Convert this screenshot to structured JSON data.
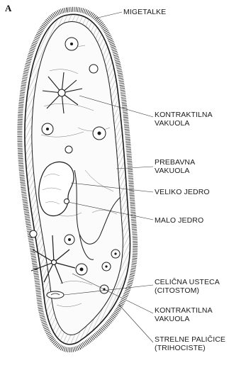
{
  "figure": {
    "panel_letter": "A",
    "labels": {
      "cilia": "MIGETALKE",
      "contractile_vacuole_top_1": "KONTRAKTILNA",
      "contractile_vacuole_top_2": "VAKUOLA",
      "food_vacuole_1": "PREBAVNA",
      "food_vacuole_2": "VAKUOLA",
      "macronucleus": "VELIKO JEDRO",
      "micronucleus": "MALO JEDRO",
      "cytostome_1": "CELIČNA USTECA",
      "cytostome_2": "(CITOSTOM)",
      "contractile_vacuole_bottom_1": "KONTRAKTILNA",
      "contractile_vacuole_bottom_2": "VAKUOLA",
      "trichocysts_1": "STRELNE PALIČICE",
      "trichocysts_2": "(TRIHOCISTE)"
    }
  },
  "colors": {
    "ink": "#1a1a1a",
    "background": "#ffffff"
  }
}
